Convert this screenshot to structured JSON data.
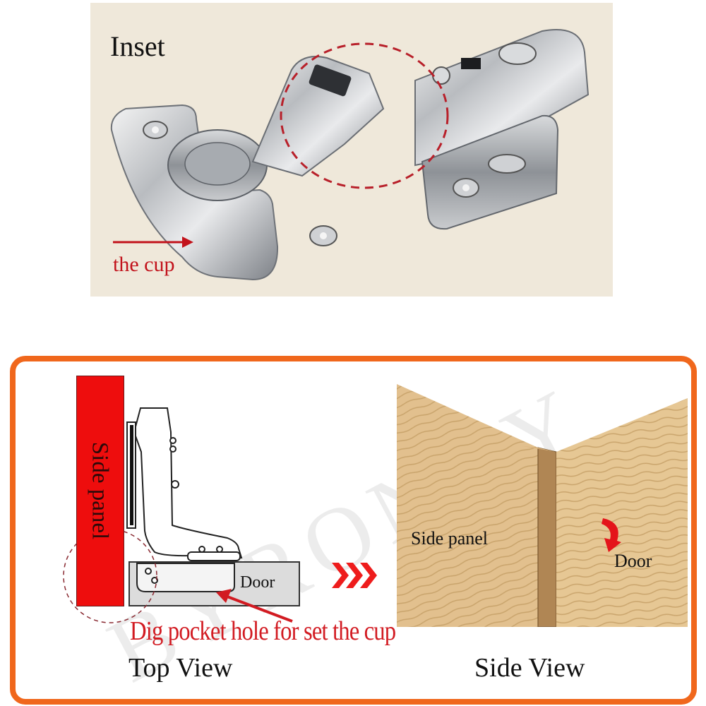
{
  "top_panel": {
    "title": "Inset",
    "callout": "the cup",
    "colors": {
      "background": "#efe8da",
      "callout": "#c2121b",
      "dashed_circle": "#b8202a"
    }
  },
  "bottom_panel": {
    "frame_color": "#f0671c",
    "top_view": {
      "heading": "Top View",
      "side_panel_label": "Side panel",
      "door_label": "Door",
      "instruction": "Dig pocket hole for set the cup",
      "colors": {
        "side_panel": "#ee0d0d",
        "instruction": "#d21b22"
      }
    },
    "arrow_icon": "triple-chevron-right-icon",
    "side_view": {
      "heading": "Side View",
      "side_panel_label": "Side panel",
      "door_label": "Door",
      "rotate_icon": "curved-arrow-icon"
    },
    "watermark": "BYRONDY"
  }
}
